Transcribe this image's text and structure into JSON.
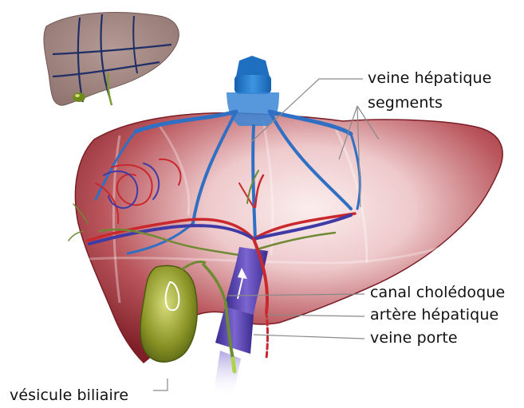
{
  "labels": {
    "hepatic_vein": "veine hépatique",
    "segments": "segments",
    "common_bile_duct": "canal cholédoque",
    "hepatic_artery": "artère hépatique",
    "portal_vein": "veine porte",
    "gallbladder": "vésicule biliaire"
  },
  "colors": {
    "liver": "#9b2f36",
    "liver_light": "#f3d6d6",
    "hepatic_vein": "#2f6fc4",
    "hepatic_vein_cap": "#1e6fc0",
    "portal_vein": "#4b3aa6",
    "hepatic_artery": "#c9282d",
    "bile_duct": "#6f8a34",
    "gallbladder": "#6f7a1e",
    "segment_lines": "#1f2f66",
    "leader_lines": "#8a8a8a"
  }
}
